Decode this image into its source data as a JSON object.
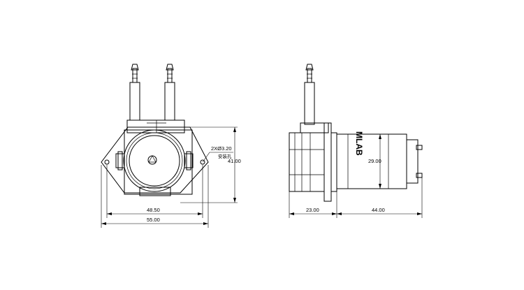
{
  "front_view": {
    "hole_note": "2XØ3.20",
    "hole_note_sub": "安装孔",
    "height_dim": "41.00",
    "hole_spacing_dim": "48.50",
    "overall_width_dim": "55.00"
  },
  "side_view": {
    "brand_text": "MLAB",
    "motor_diameter_dim": "29.00",
    "head_depth_dim": "23.00",
    "motor_length_dim": "44.00"
  }
}
